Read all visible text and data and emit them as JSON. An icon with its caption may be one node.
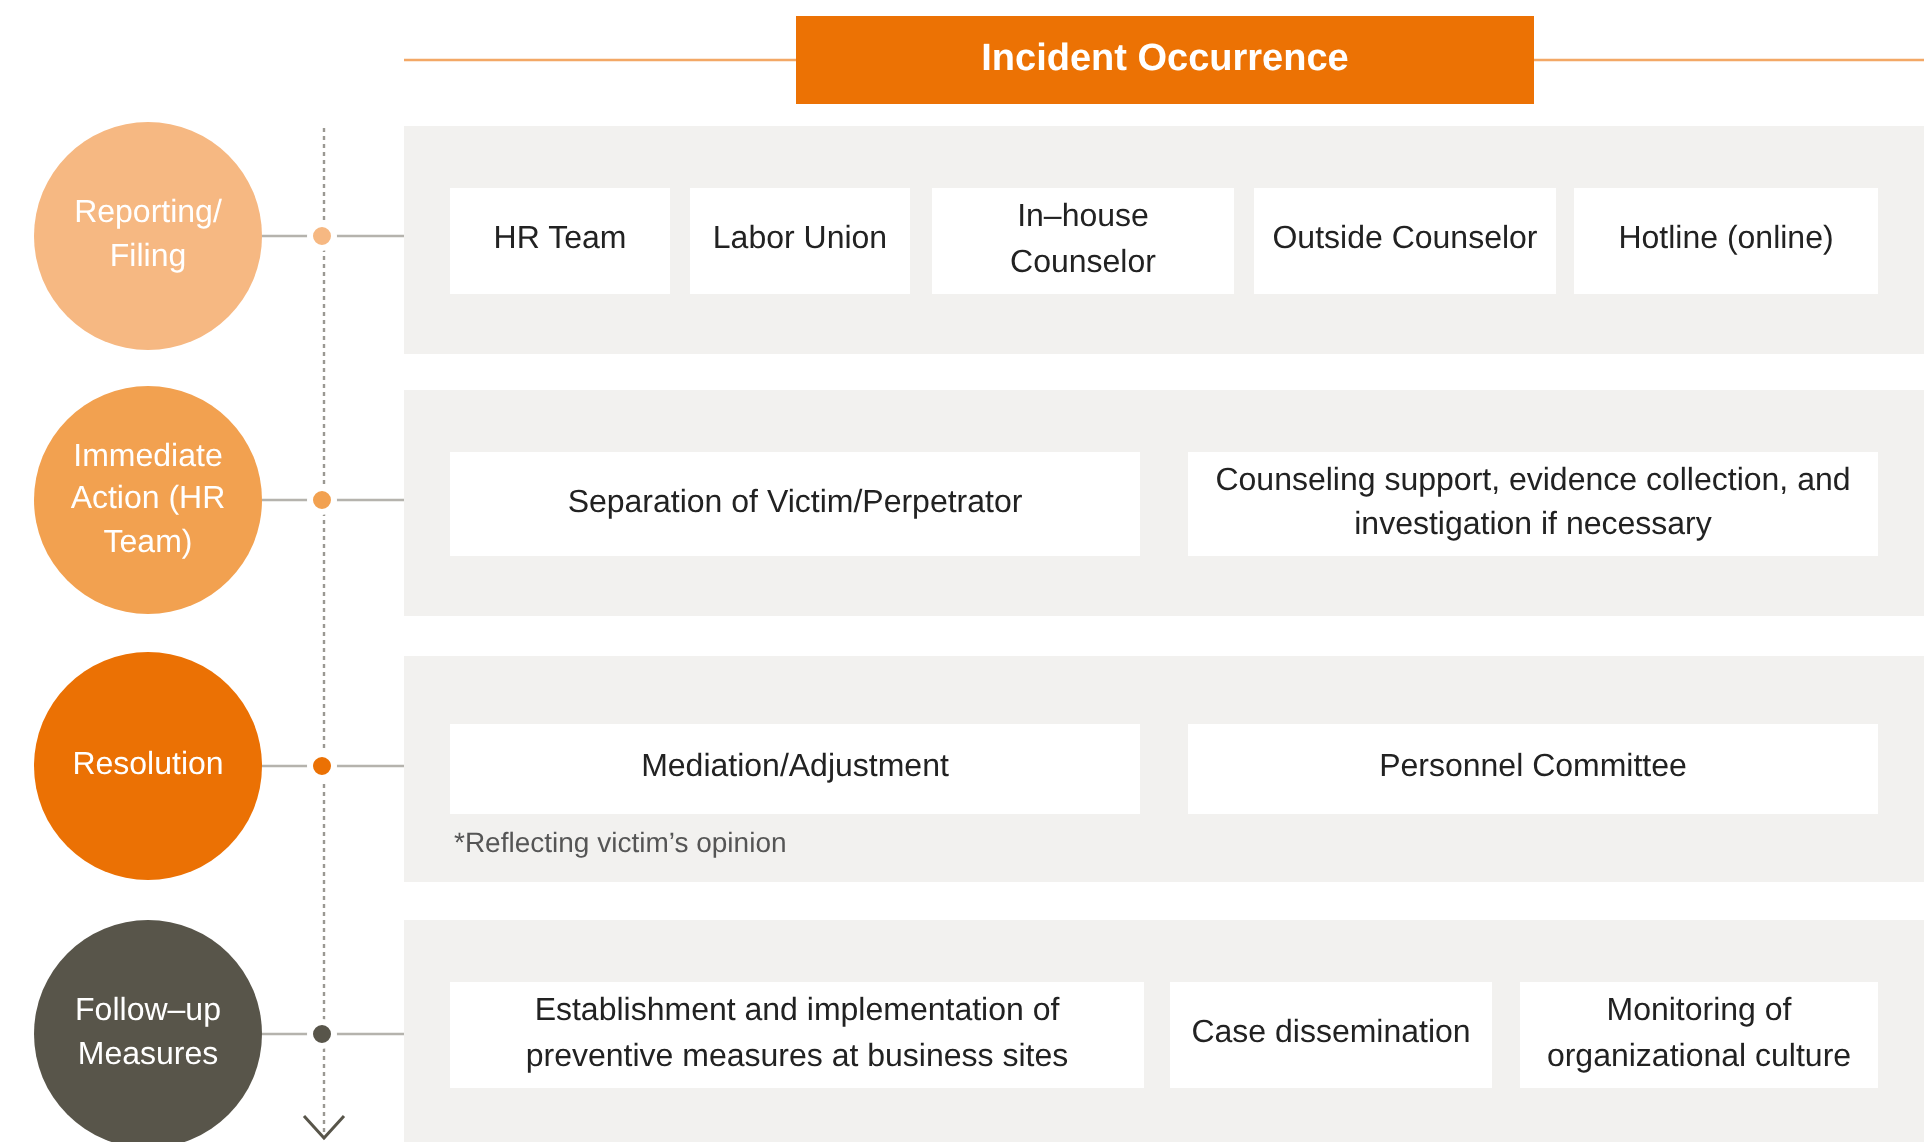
{
  "diagram": {
    "nodes": [
      {
        "text": [
          "Incident Occurrence"
        ]
      },
      {
        "text": [
          "Reporting/ Filing"
        ]
      },
      {
        "text": [],
        "shape": "box"
      },
      {
        "text": [
          "HR Team"
        ],
        "in": 2
      },
      {
        "text": [
          "Labor Union"
        ],
        "in": 2
      },
      {
        "text": [
          "In–house Counselor"
        ],
        "in": 2
      },
      {
        "text": [
          "Outside Counselor"
        ],
        "in": 2
      },
      {
        "text": [
          "Hotline (online)"
        ],
        "in": 2
      },
      {
        "text": [
          "Immediate Action (HR Team)"
        ]
      },
      {
        "text": [],
        "shape": "box"
      },
      {
        "text": [
          "Separation of Victim/Perpetrator"
        ],
        "in": 9
      },
      {
        "text": [
          "Counseling support, evidence collection, and investigation if necessary"
        ],
        "in": 9
      },
      {
        "text": [
          "Resolution"
        ]
      },
      {
        "text": [],
        "shape": "box"
      },
      {
        "text": [
          "Mediation/Adjustment"
        ],
        "in": 13,
        "beside": [
          "*Reflecting victim’s opinion"
        ]
      },
      {
        "text": [
          "Personnel Committee"
        ],
        "in": 13
      },
      {
        "text": [
          "Follow–up Measures"
        ]
      },
      {
        "text": [],
        "shape": "box"
      },
      {
        "text": [
          "Establishment and implementation of preventive measures at business sites"
        ],
        "in": 17
      },
      {
        "text": [
          "Case dissemination"
        ],
        "in": 17
      },
      {
        "text": [
          "Monitoring of organizational culture"
        ],
        "in": 17
      }
    ],
    "edges": [
      {
        "from": 1,
        "to": 2,
        "arrow": "none"
      },
      {
        "from": 8,
        "to": 9,
        "arrow": "none"
      },
      {
        "from": 12,
        "to": 13,
        "arrow": "none"
      },
      {
        "from": 16,
        "to": 17,
        "arrow": "none"
      }
    ]
  }
}
